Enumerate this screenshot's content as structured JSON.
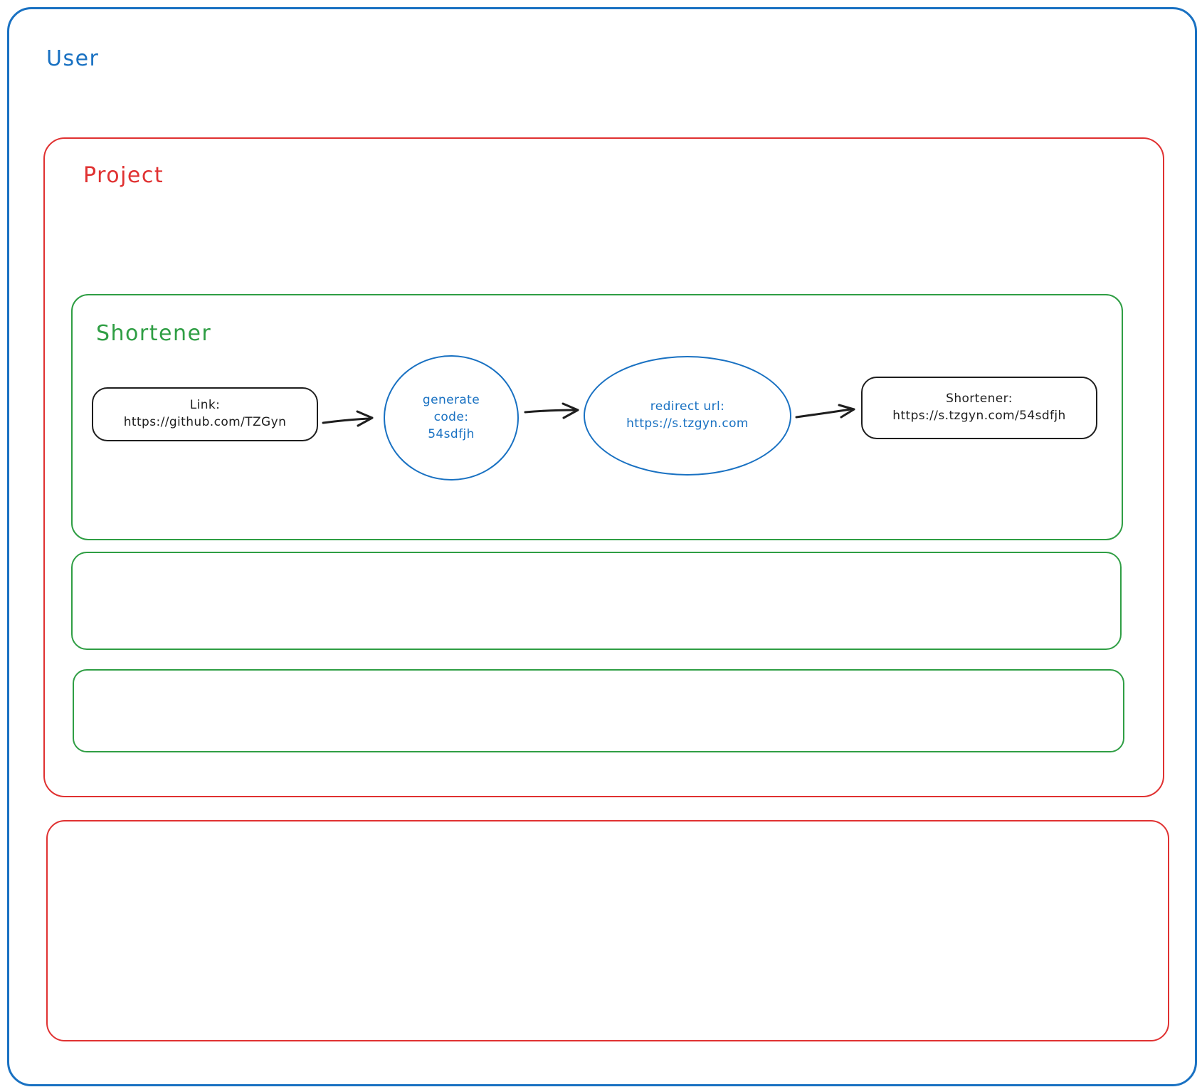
{
  "colors": {
    "user_color": "#1971c2",
    "project_color": "#e03131",
    "shortener_color": "#2f9e44",
    "node_stroke": "#1e1e1e",
    "flow_accent": "#1971c2"
  },
  "containers": {
    "user": {
      "label": "User"
    },
    "project": {
      "label": "Project"
    },
    "shortener": {
      "label": "Shortener"
    },
    "empty_green_box_count": 2,
    "empty_red_box_count": 1
  },
  "flow": {
    "nodes": [
      {
        "id": "link",
        "shape": "rounded-rect",
        "lines": [
          "Link:",
          "https://github.com/TZGyn"
        ]
      },
      {
        "id": "generate-code",
        "shape": "circle",
        "lines": [
          "generate",
          "code:",
          "54sdfjh"
        ]
      },
      {
        "id": "redirect-url",
        "shape": "ellipse",
        "lines": [
          "redirect url:",
          "https://s.tzgyn.com"
        ]
      },
      {
        "id": "shortened-link",
        "shape": "rounded-rect",
        "lines": [
          "Shortener:",
          "https://s.tzgyn.com/54sdfjh"
        ]
      }
    ],
    "edges": [
      {
        "from": "link",
        "to": "generate-code"
      },
      {
        "from": "generate-code",
        "to": "redirect-url"
      },
      {
        "from": "redirect-url",
        "to": "shortened-link"
      }
    ]
  }
}
